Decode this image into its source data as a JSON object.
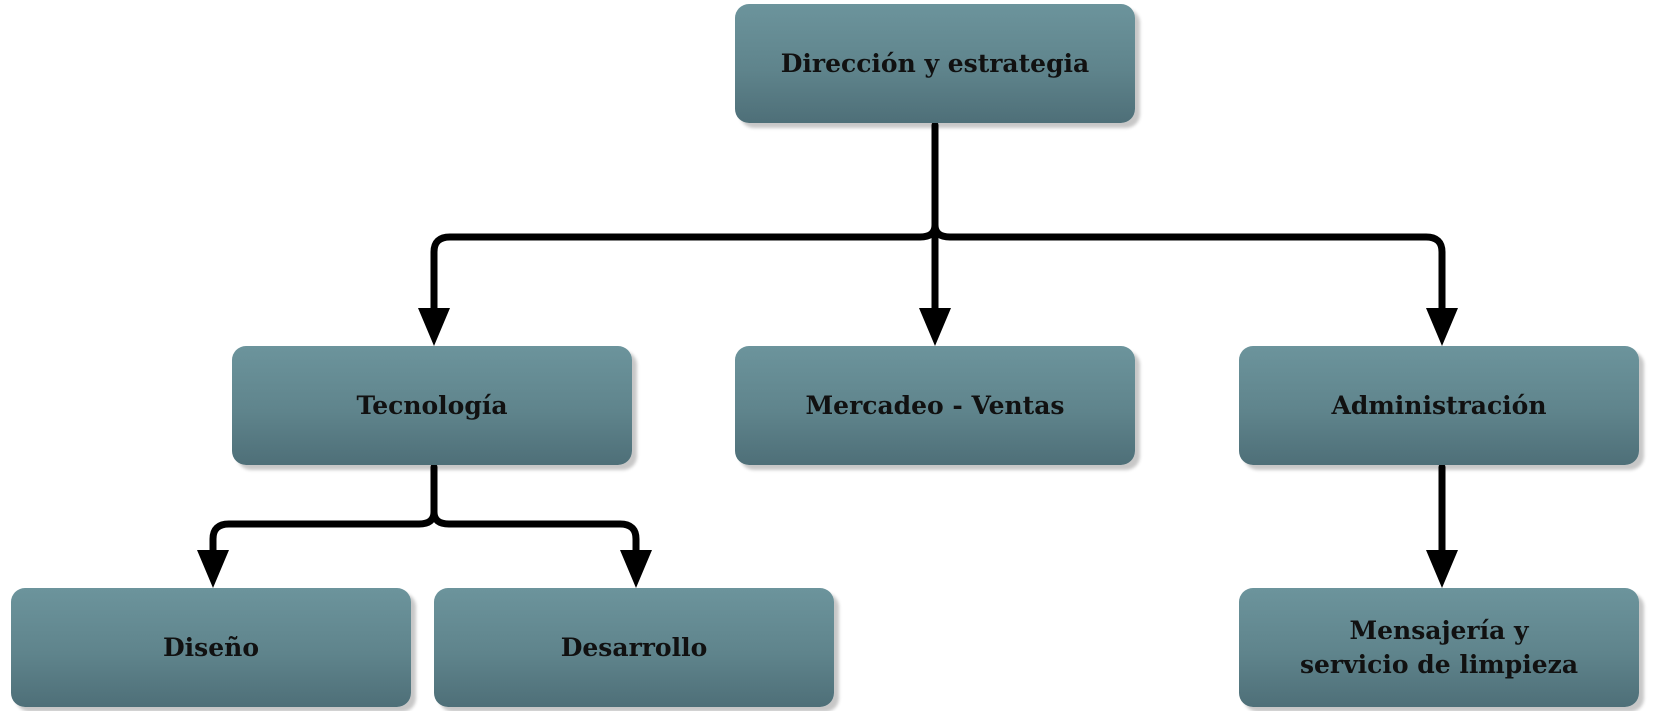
{
  "org_chart": {
    "root": {
      "label": "Dirección y estrategia"
    },
    "tecnologia": {
      "label": "Tecnología"
    },
    "mercadeo": {
      "label": "Mercadeo - Ventas"
    },
    "administracion": {
      "label": "Administración"
    },
    "diseno": {
      "label": "Diseño"
    },
    "desarrollo": {
      "label": "Desarrollo"
    },
    "mensajeria": {
      "label": "Mensajería y\nservicio de limpieza"
    }
  },
  "colors": {
    "box_top": "#6c949c",
    "box_bottom": "#4e6f78",
    "connector": "#000000",
    "text": "#111111"
  }
}
